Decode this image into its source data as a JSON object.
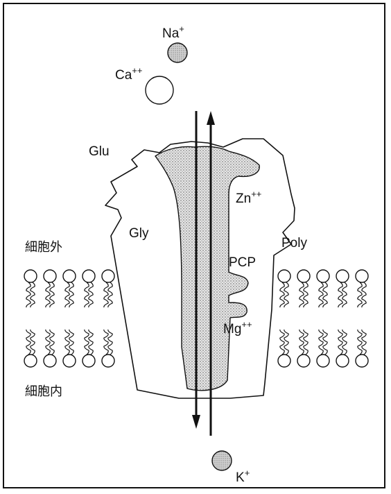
{
  "figure": {
    "ions": {
      "na": {
        "base": "Na",
        "charge": "+"
      },
      "ca": {
        "base": "Ca",
        "charge": "++"
      },
      "zn": {
        "base": "Zn",
        "charge": "++"
      },
      "mg": {
        "base": "Mg",
        "charge": "++"
      },
      "k": {
        "base": "K",
        "charge": "+"
      }
    },
    "sites": {
      "glu": "Glu",
      "gly": "Gly",
      "poly": "Poly",
      "pcp": "PCP"
    },
    "regions": {
      "extracellular": "細胞外",
      "intracellular": "細胞内"
    }
  },
  "colors": {
    "line": "#111111",
    "pore_fill": "#c8c8c8",
    "ion_fill_dark": "#bdbdbd",
    "ion_fill_light": "#ffffff"
  }
}
